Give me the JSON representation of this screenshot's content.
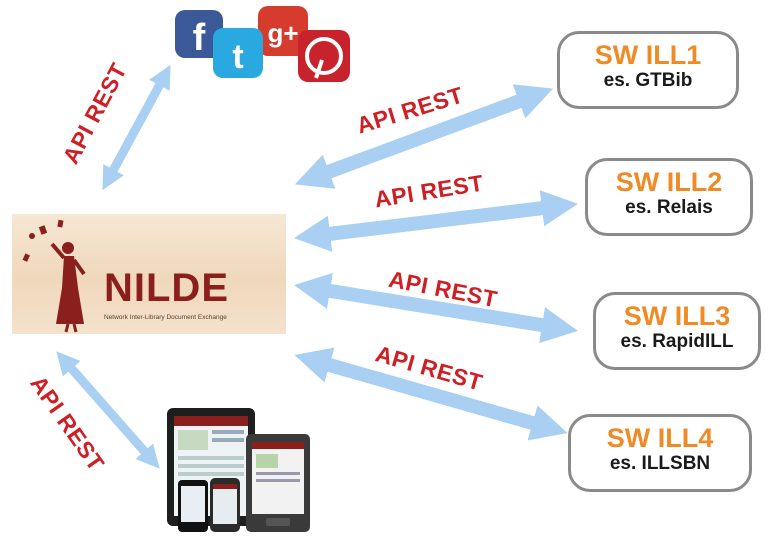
{
  "connector_label": "API REST",
  "nilde": {
    "name": "NILDE",
    "tagline": "Network Inter-Library Document Exchange"
  },
  "systems": [
    {
      "title": "SW ILL1",
      "example": "es. GTBib"
    },
    {
      "title": "SW ILL2",
      "example": "es. Relais"
    },
    {
      "title": "SW ILL3",
      "example": "es. RapidILL"
    },
    {
      "title": "SW ILL4",
      "example": "es. ILLSBN"
    }
  ],
  "social_icons": [
    "facebook-icon",
    "twitter-icon",
    "google-plus-icon",
    "pinterest-icon"
  ],
  "devices": [
    "tablet",
    "ereader",
    "smartphone"
  ],
  "colors": {
    "arrow": "#a9cff2",
    "label": "#d01f24",
    "sw_title": "#f08a24",
    "box_border": "#8a8a8a",
    "nilde_brand": "#8b1f1d"
  }
}
